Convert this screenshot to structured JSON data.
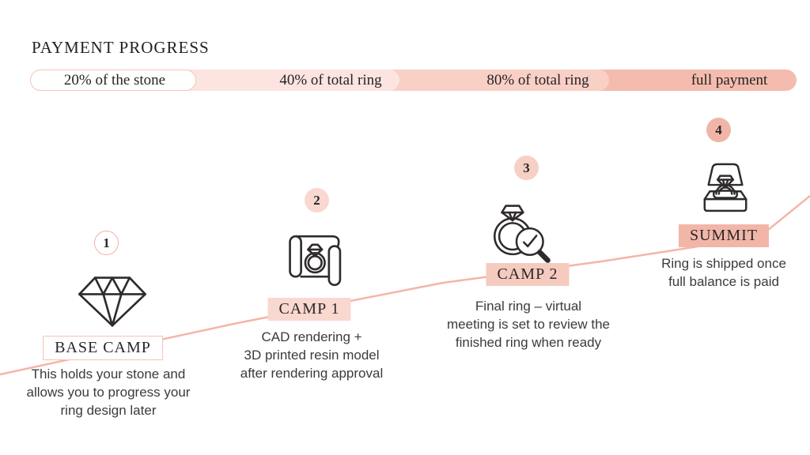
{
  "title": "PAYMENT PROGRESS",
  "progress": {
    "segments": [
      {
        "label": "20% of the stone",
        "color": "#ffffff"
      },
      {
        "label": "40% of total ring",
        "color": "#fce5e0"
      },
      {
        "label": "80% of total ring",
        "color": "#f9d0c6"
      },
      {
        "label": "full payment",
        "color": "#f4bcae"
      }
    ]
  },
  "stages": [
    {
      "number": "1",
      "camp": "BASE CAMP",
      "icon": "diamond-icon",
      "description": [
        "This holds your stone and",
        "allows you to progress your",
        "ring design later"
      ]
    },
    {
      "number": "2",
      "camp": "CAMP 1",
      "icon": "blueprint-ring-icon",
      "description": [
        "CAD rendering +",
        "3D printed resin model",
        "after rendering approval"
      ]
    },
    {
      "number": "3",
      "camp": "CAMP 2",
      "icon": "ring-inspection-icon",
      "description": [
        "Final ring – virtual",
        "meeting is set to review the",
        "finished ring when ready"
      ]
    },
    {
      "number": "4",
      "camp": "SUMMIT",
      "icon": "ring-box-icon",
      "description": [
        "Ring is shipped once",
        "full balance is paid"
      ]
    }
  ],
  "theme": {
    "trail_line": "#f4b5a8",
    "text_dark": "#262223",
    "description_text": "#3d3a3b",
    "stage2_fill": "#f8d8d0",
    "stage3_fill": "#f5cabf",
    "stage4_fill": "#f2b6a9",
    "outline_pink": "#f5c2b6"
  }
}
